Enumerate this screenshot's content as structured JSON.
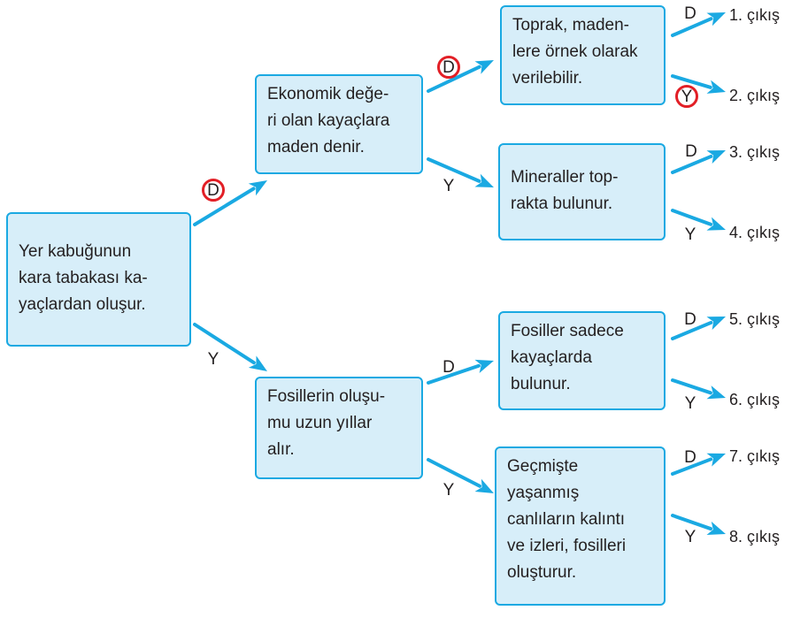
{
  "colors": {
    "box_fill": "#d7eef9",
    "box_border": "#1aa9e2",
    "arrow": "#1aa9e2",
    "circle": "#e21f26",
    "text": "#231f20"
  },
  "nodes": {
    "root": [
      "Yer kabuğunun",
      "kara tabakası ka-",
      "yaçlardan oluşur."
    ],
    "n_eko": [
      "Ekonomik değe-",
      "ri olan kayaçlara",
      "maden denir."
    ],
    "n_fos": [
      "Fosillerin oluşu-",
      "mu uzun yıllar",
      "alır."
    ],
    "n_top": [
      "Toprak, maden-",
      "lere örnek olarak",
      "verilebilir."
    ],
    "n_min": [
      "Mineraller top-",
      "rakta bulunur."
    ],
    "n_fka": [
      "Fosiller sadece",
      "kayaçlarda",
      "bulunur."
    ],
    "n_gec": [
      "Geçmişte",
      "yaşanmış",
      "canlıların  kalıntı",
      "ve izleri, fosilleri",
      "oluşturur."
    ]
  },
  "labels": {
    "root_d": "D",
    "root_y": "Y",
    "eko_d": "D",
    "eko_y": "Y",
    "fos_d": "D",
    "fos_y": "Y",
    "top_d": "D",
    "top_y": "Y",
    "min_d": "D",
    "min_y": "Y",
    "fka_d": "D",
    "fka_y": "Y",
    "gec_d": "D",
    "gec_y": "Y"
  },
  "circled_labels": [
    "root_d",
    "eko_d",
    "top_y"
  ],
  "outputs": [
    "1. çıkış",
    "2. çıkış",
    "3. çıkış",
    "4. çıkış",
    "5. çıkış",
    "6. çıkış",
    "7. çıkış",
    "8. çıkış"
  ]
}
